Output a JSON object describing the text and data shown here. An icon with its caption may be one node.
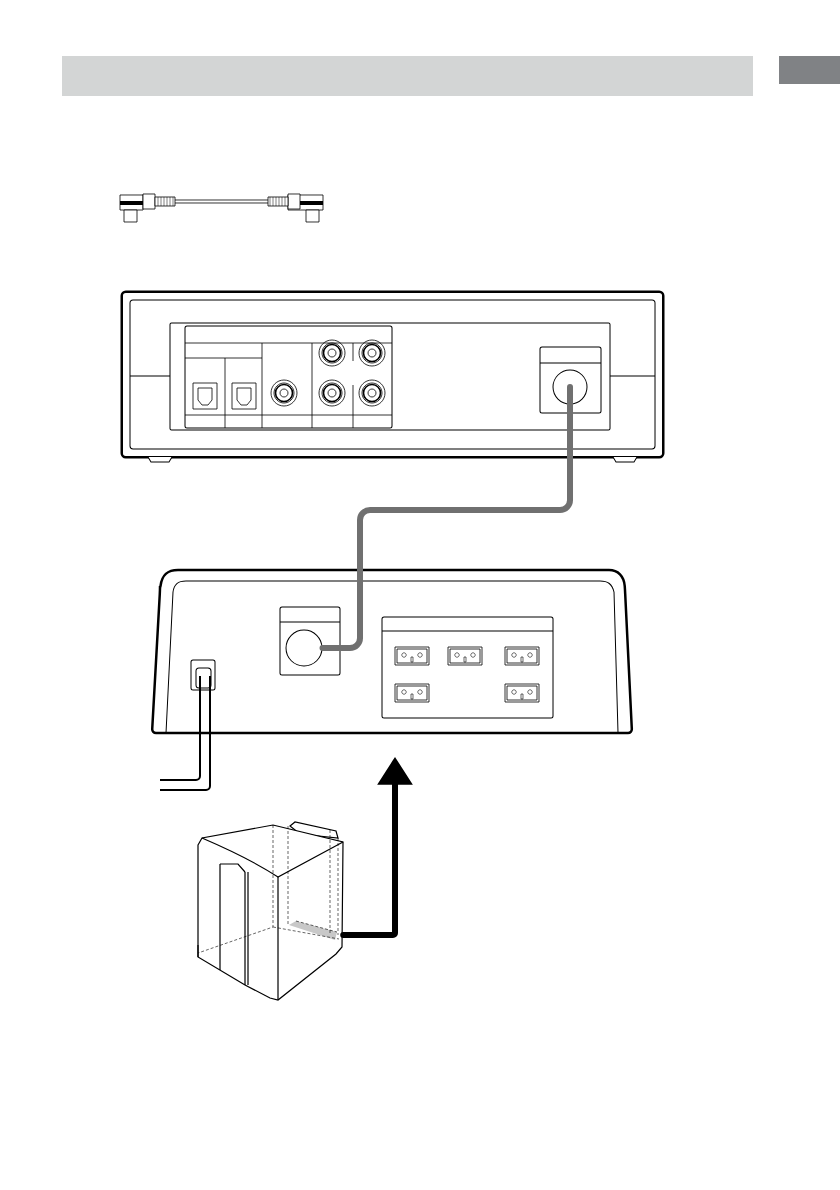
{
  "diagram": {
    "nodes": [
      {
        "text": [],
        "shape": "box"
      },
      {
        "text": [],
        "shape": "circle",
        "in": 0
      },
      {
        "text": [],
        "shape": "box"
      },
      {
        "text": [],
        "shape": "circle",
        "in": 2
      },
      {
        "text": [],
        "shape": "picture"
      }
    ],
    "edges": [
      {
        "from": 1,
        "to": 3,
        "arrow": "none",
        "color": "#707070"
      },
      {
        "from": 4,
        "to": 2,
        "arrow": "to",
        "color": "#000000"
      }
    ]
  }
}
